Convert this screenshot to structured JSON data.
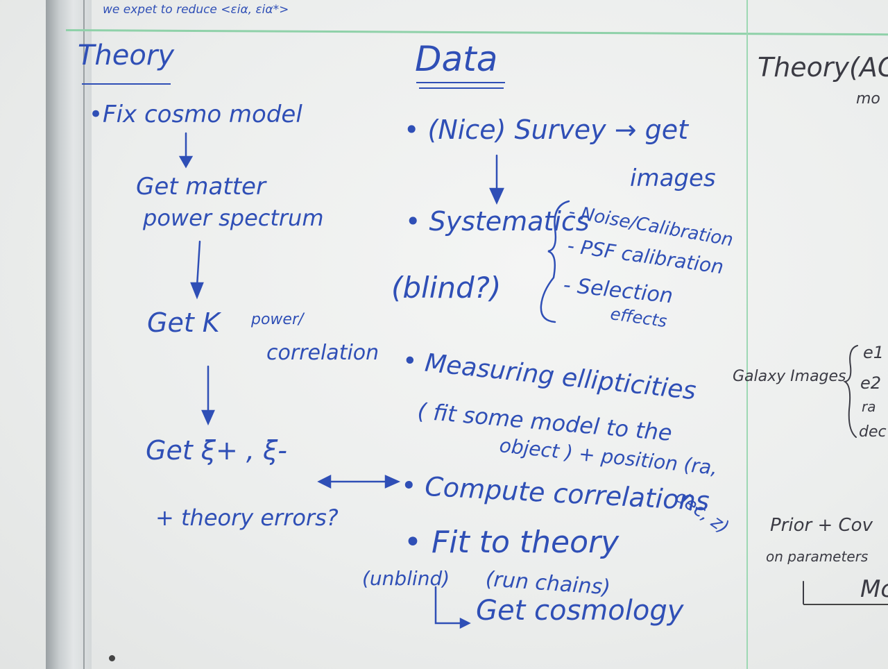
{
  "top_note": "we expet to reduce <εiα, εiα*>",
  "theory": {
    "heading": "Theory",
    "step1": "•Fix cosmo model",
    "step2a": "Get matter",
    "step2b": "power spectrum",
    "step3a": "Get K",
    "step3b": "power/",
    "step3c": "correlation",
    "step4": "Get ξ+ , ξ-",
    "step5": "+ theory errors?"
  },
  "data": {
    "heading": "Data",
    "survey": "• (Nice) Survey → get",
    "images": "images",
    "systematics": "• Systematics",
    "blind": "(blind?)",
    "noise": "- Noise/Calibration",
    "psf": "- PSF calibration",
    "selection": "- Selection",
    "effects": "effects",
    "measuring": "• Measuring ellipticities",
    "fit_model": "( fit some model to the",
    "object": "object ) + position (ra,",
    "compute": "• Compute correlations",
    "dec": "dec, z)",
    "fit_theory": "• Fit to theory",
    "run_chains": "(run chains)",
    "unblind": "(unblind)",
    "get_cosmology": "Get cosmology"
  },
  "right": {
    "theory_acd": "Theory(ACD",
    "mo": "mo",
    "galaxy_images": "Galaxy Images",
    "e1": "e1",
    "e2": "e2",
    "ra": "ra",
    "dec": "dec",
    "prior": "Prior  +  Cov",
    "on_params": "on parameters",
    "m": "Mc"
  }
}
